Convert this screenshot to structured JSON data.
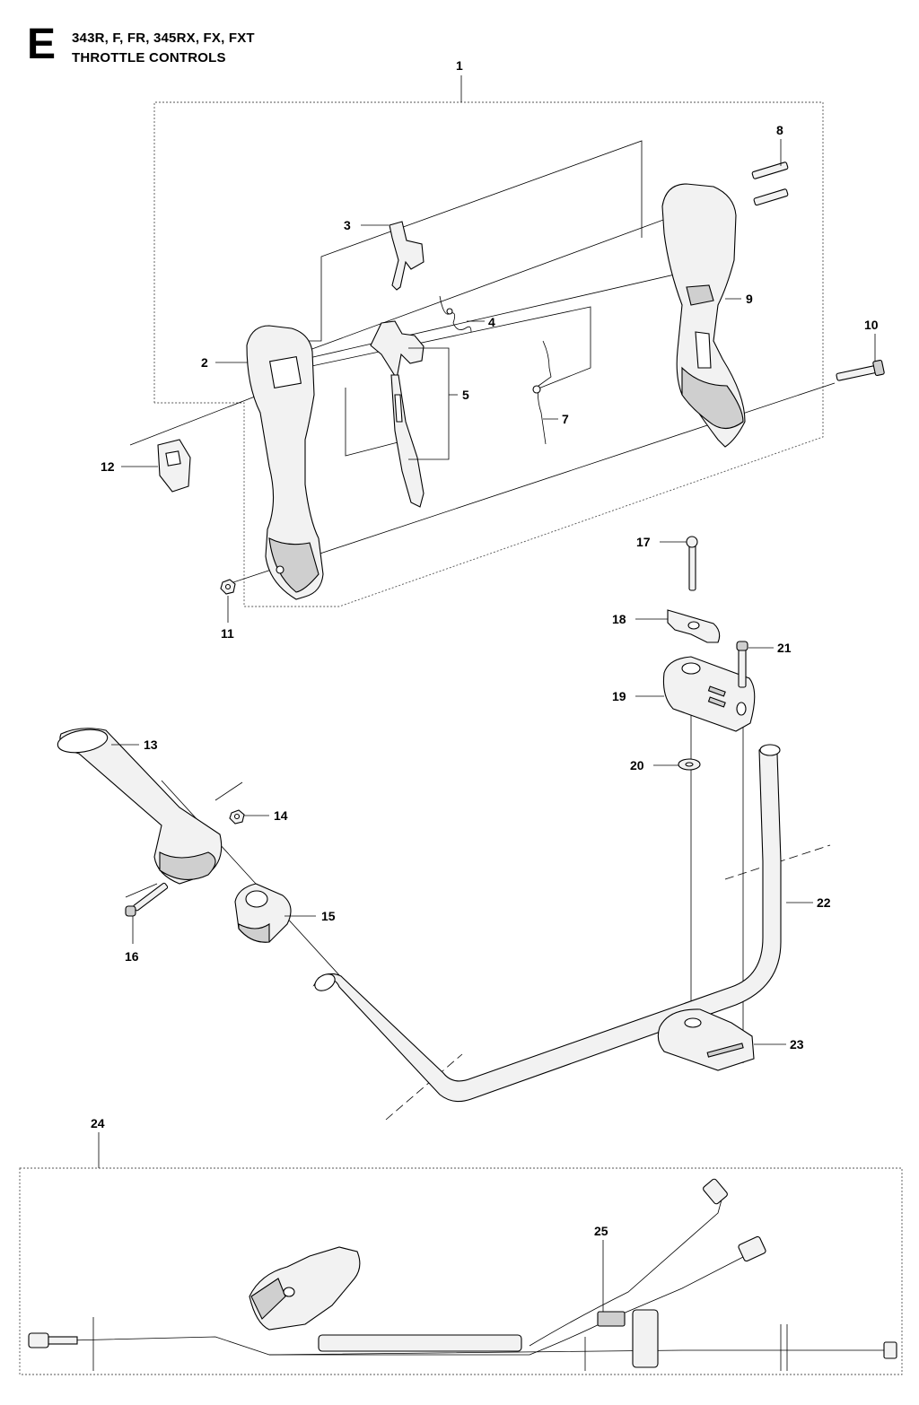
{
  "header": {
    "section_letter": "E",
    "models": "343R, F, FR, 345RX, FX, FXT",
    "title": "THROTTLE CONTROLS"
  },
  "callouts": [
    "1",
    "2",
    "3",
    "4",
    "5",
    "7",
    "8",
    "9",
    "10",
    "11",
    "12",
    "13",
    "14",
    "15",
    "16",
    "17",
    "18",
    "19",
    "20",
    "21",
    "22",
    "23",
    "24",
    "25"
  ]
}
